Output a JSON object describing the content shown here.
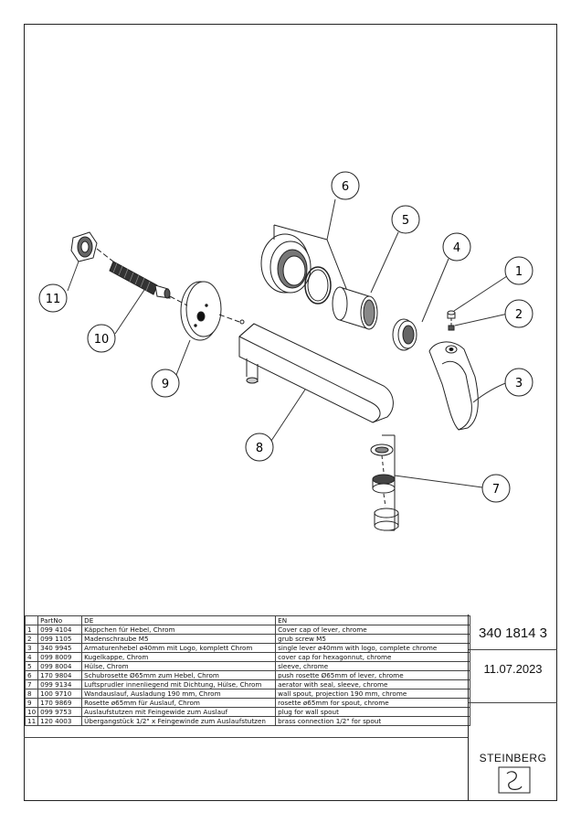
{
  "callouts": [
    "1",
    "2",
    "3",
    "4",
    "5",
    "6",
    "7",
    "8",
    "9",
    "10",
    "11"
  ],
  "table": {
    "headers": [
      "",
      "PartNo",
      "DE",
      "EN"
    ],
    "rows": [
      [
        "1",
        "099 4104",
        "Käppchen für Hebel, Chrom",
        "Cover cap of lever, chrome"
      ],
      [
        "2",
        "099 1105",
        "Madenschraube M5",
        "grub screw M5"
      ],
      [
        "3",
        "340 9945",
        "Armaturenhebel ø40mm mit Logo, komplett Chrom",
        "single lever ø40mm with logo, complete chrome"
      ],
      [
        "4",
        "099 8009",
        "Kugelkappe, Chrom",
        "cover cap for hexagonnut, chrome"
      ],
      [
        "5",
        "099 8004",
        "Hülse, Chrom",
        "sleeve, chrome"
      ],
      [
        "6",
        "170 9804",
        "Schubrosette Ø65mm zum Hebel, Chrom",
        "push rosette Ø65mm of lever, chrome"
      ],
      [
        "7",
        "099 9134",
        "Luftsprudler innenliegend mit Dichtung, Hülse, Chrom",
        "aerator with seal, sleeve, chrome"
      ],
      [
        "8",
        "100 9710",
        "Wandauslauf, Ausladung 190 mm, Chrom",
        "wall spout, projection 190 mm, chrome"
      ],
      [
        "9",
        "170 9869",
        "Rosette ø65mm für Auslauf, Chrom",
        "rosette ø65mm for spout, chrome"
      ],
      [
        "10",
        "099 9753",
        "Auslaufstutzen mit Feingewide zum Auslauf",
        "plug for wall spout"
      ],
      [
        "11",
        "120 4003",
        "Übergangstück 1/2\" x Feingewinde zum Auslaufstutzen",
        "brass connection 1/2\" for spout"
      ]
    ]
  },
  "title_block": {
    "article_number": "340 1814 3",
    "date": "11.07.2023",
    "brand": "STEINBERG"
  }
}
